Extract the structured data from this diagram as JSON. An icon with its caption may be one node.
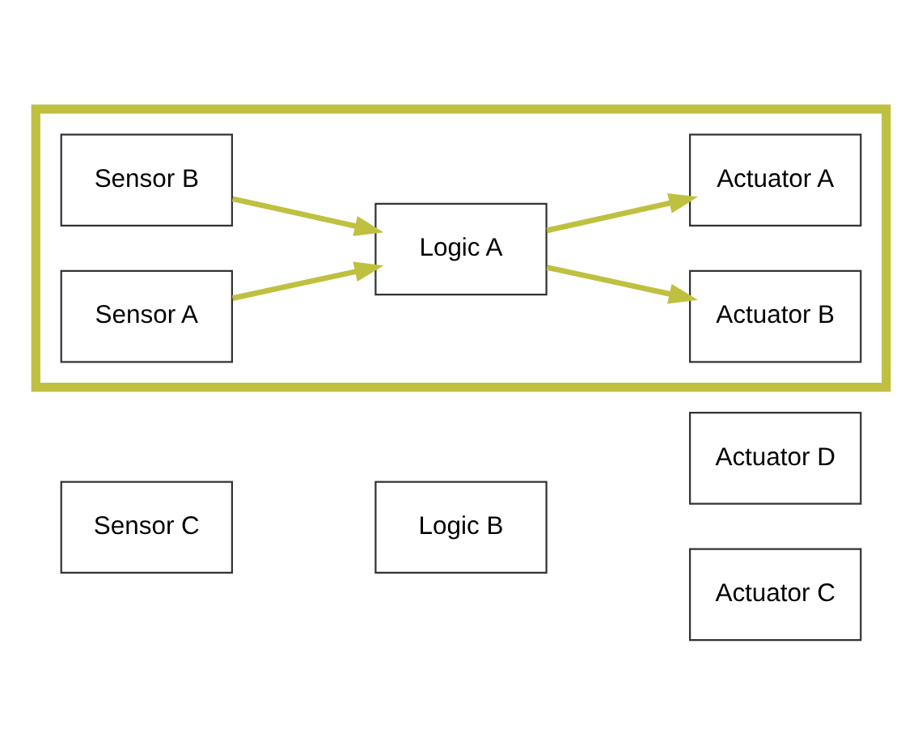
{
  "diagram": {
    "nodes": [
      {
        "text": [],
        "shape": "box"
      },
      {
        "text": [
          "Sensor A"
        ],
        "in": 0
      },
      {
        "text": [
          "Logic A"
        ],
        "in": 0
      },
      {
        "text": [
          "Actuator A"
        ],
        "in": 0
      },
      {
        "text": [
          "Sensor B"
        ],
        "in": 0
      },
      {
        "text": [
          "Logic B"
        ]
      },
      {
        "text": [
          "Actuator B"
        ],
        "in": 0
      },
      {
        "text": [
          "Sensor C"
        ]
      },
      {
        "text": [
          "Actuator C"
        ]
      },
      {
        "text": [
          "Actuator D"
        ]
      }
    ],
    "edges": [
      {
        "from": 1,
        "to": 2,
        "arrow": "to"
      },
      {
        "from": 4,
        "to": 2,
        "arrow": "to"
      },
      {
        "from": 2,
        "to": 3,
        "arrow": "to"
      },
      {
        "from": 2,
        "to": 6,
        "arrow": "to"
      }
    ]
  }
}
